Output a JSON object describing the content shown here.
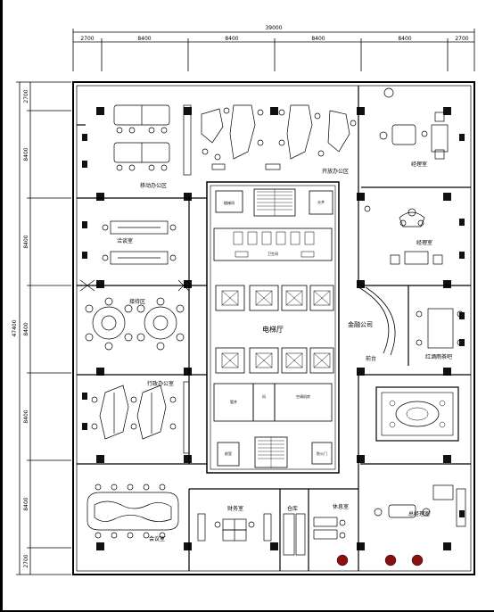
{
  "dimensions": {
    "total_width": "39000",
    "top_segments": [
      "2700",
      "8400",
      "8400",
      "8400",
      "8400",
      "2700"
    ],
    "total_height": "47400",
    "left_segments": [
      "2700",
      "8400",
      "8400",
      "8400",
      "8400",
      "8400",
      "2700"
    ]
  },
  "rooms": {
    "mobile_office": "移动办公区",
    "open_office": "开放办公区",
    "manager_1": "经理室",
    "manager_2": "经理室",
    "meeting": "洽谈室",
    "reception": "接待区",
    "elevator_hall": "电梯厅",
    "company_name": "金融公司",
    "front_desk": "前台",
    "red_wine_bar": "红酒雨茶吧",
    "office_room": "行政办公室",
    "conference": "会议室",
    "finance": "财务室",
    "storage": "仓库",
    "president": "总经理室",
    "lounge": "休息室"
  },
  "core_labels": {
    "stair": "楼梯间",
    "water": "水井",
    "pipe": "管井",
    "wc": "卫生间",
    "shaft": "风",
    "equipment": "空调机房",
    "door": "防火门",
    "room_small": "前室"
  },
  "colors": {
    "line": "#000000",
    "accent": "#8a0f0f",
    "fill_dark": "#111111"
  }
}
